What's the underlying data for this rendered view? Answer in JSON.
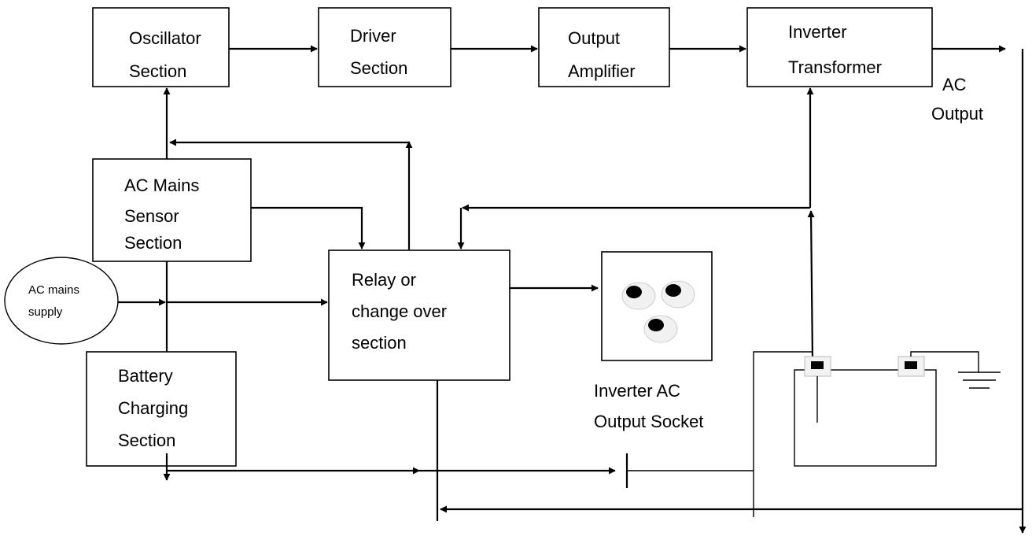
{
  "blocks": {
    "oscillator": [
      "Oscillator",
      "Section"
    ],
    "driver": [
      "Driver",
      "Section"
    ],
    "output_amplifier": [
      "Output",
      "Amplifier"
    ],
    "inverter_transformer": [
      "Inverter",
      "Transformer"
    ],
    "ac_mains_sensor": [
      "AC Mains",
      "Sensor",
      "Section"
    ],
    "relay": [
      "Relay or",
      "change over",
      "section"
    ],
    "battery_charging": [
      "Battery",
      "Charging",
      "Section"
    ]
  },
  "labels": {
    "ac_output": [
      "AC",
      "Output"
    ],
    "ac_mains_supply": [
      "AC mains",
      "supply"
    ],
    "socket": [
      "Inverter AC",
      "Output Socket"
    ]
  },
  "icons": {
    "socket": "three-pin-socket-icon",
    "battery": "battery-icon",
    "ground": "ground-icon",
    "diode": "diode-icon"
  }
}
